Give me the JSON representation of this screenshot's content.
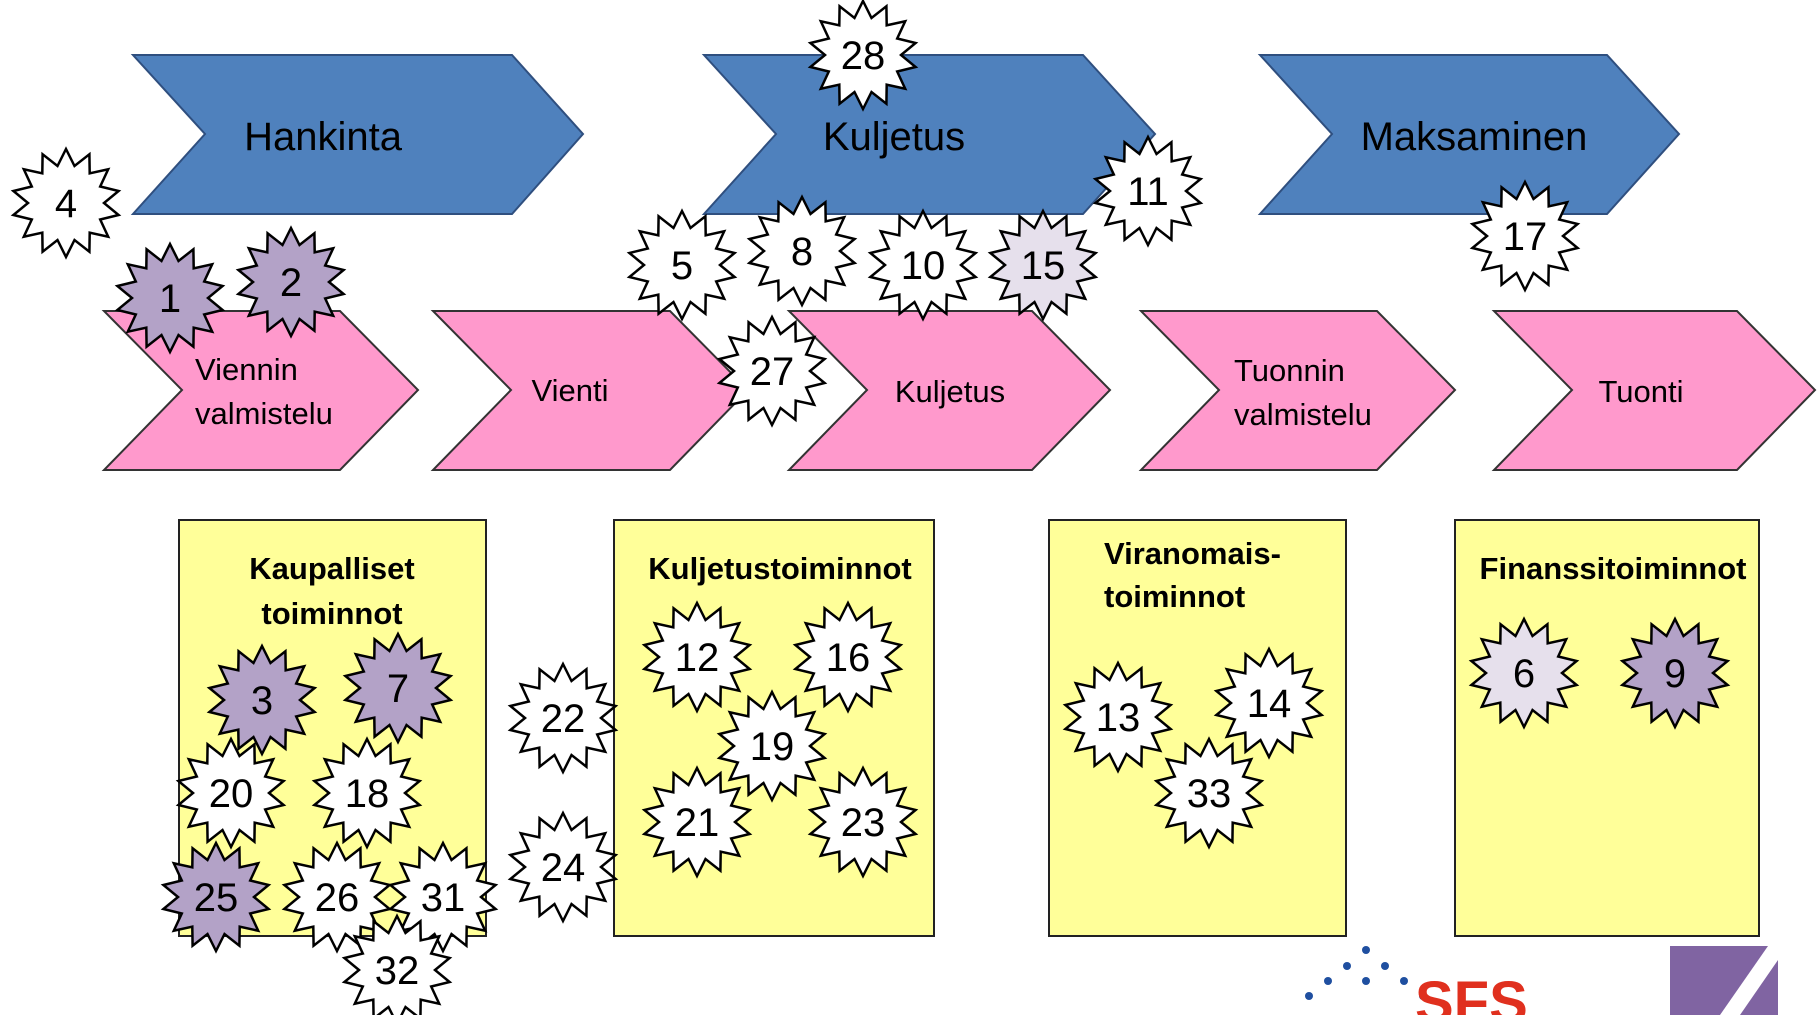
{
  "colors": {
    "blue_chevron": "#4f81bd",
    "pink_chevron": "#ff99cc",
    "box_fill": "#ffff99",
    "star_white": "#ffffff",
    "star_dark": "#b3a2c7",
    "star_light": "#e6e0ec",
    "sfs_red": "#e0301e",
    "sfs_blue": "#1f4fa0",
    "logo2_purple": "#8064a2"
  },
  "top_chevrons": [
    {
      "label": "Hankinta"
    },
    {
      "label": "Kuljetus"
    },
    {
      "label": "Maksaminen"
    }
  ],
  "bottom_chevrons": [
    {
      "line1": "Viennin",
      "line2": "valmistelu"
    },
    {
      "line1": "Vienti",
      "line2": ""
    },
    {
      "line1": "Kuljetus",
      "line2": ""
    },
    {
      "line1": "Tuonnin",
      "line2": "valmistelu"
    },
    {
      "line1": "Tuonti",
      "line2": ""
    }
  ],
  "boxes": [
    {
      "line1": "Kaupalliset",
      "line2": "toiminnot"
    },
    {
      "line1": "Kuljetustoiminnot",
      "line2": ""
    },
    {
      "line1": "Viranomais-",
      "line2": "toiminnot"
    },
    {
      "line1": "Finanssitoiminnot",
      "line2": ""
    }
  ],
  "stars": [
    {
      "num": "28",
      "fill": "white"
    },
    {
      "num": "4",
      "fill": "white"
    },
    {
      "num": "11",
      "fill": "white"
    },
    {
      "num": "17",
      "fill": "white"
    },
    {
      "num": "1",
      "fill": "dark"
    },
    {
      "num": "2",
      "fill": "dark"
    },
    {
      "num": "5",
      "fill": "white"
    },
    {
      "num": "8",
      "fill": "white"
    },
    {
      "num": "10",
      "fill": "white"
    },
    {
      "num": "15",
      "fill": "light"
    },
    {
      "num": "27",
      "fill": "white"
    },
    {
      "num": "3",
      "fill": "dark"
    },
    {
      "num": "7",
      "fill": "dark"
    },
    {
      "num": "20",
      "fill": "white"
    },
    {
      "num": "18",
      "fill": "white"
    },
    {
      "num": "25",
      "fill": "dark"
    },
    {
      "num": "26",
      "fill": "white"
    },
    {
      "num": "31",
      "fill": "white"
    },
    {
      "num": "32",
      "fill": "white"
    },
    {
      "num": "22",
      "fill": "white"
    },
    {
      "num": "24",
      "fill": "white"
    },
    {
      "num": "12",
      "fill": "white"
    },
    {
      "num": "16",
      "fill": "white"
    },
    {
      "num": "19",
      "fill": "white"
    },
    {
      "num": "21",
      "fill": "white"
    },
    {
      "num": "23",
      "fill": "white"
    },
    {
      "num": "13",
      "fill": "white"
    },
    {
      "num": "14",
      "fill": "white"
    },
    {
      "num": "33",
      "fill": "white"
    },
    {
      "num": "6",
      "fill": "light"
    },
    {
      "num": "9",
      "fill": "dark"
    }
  ],
  "logos": [
    {
      "name": "sfs-logo",
      "text": "SFS"
    },
    {
      "name": "second-logo",
      "text": ""
    }
  ]
}
